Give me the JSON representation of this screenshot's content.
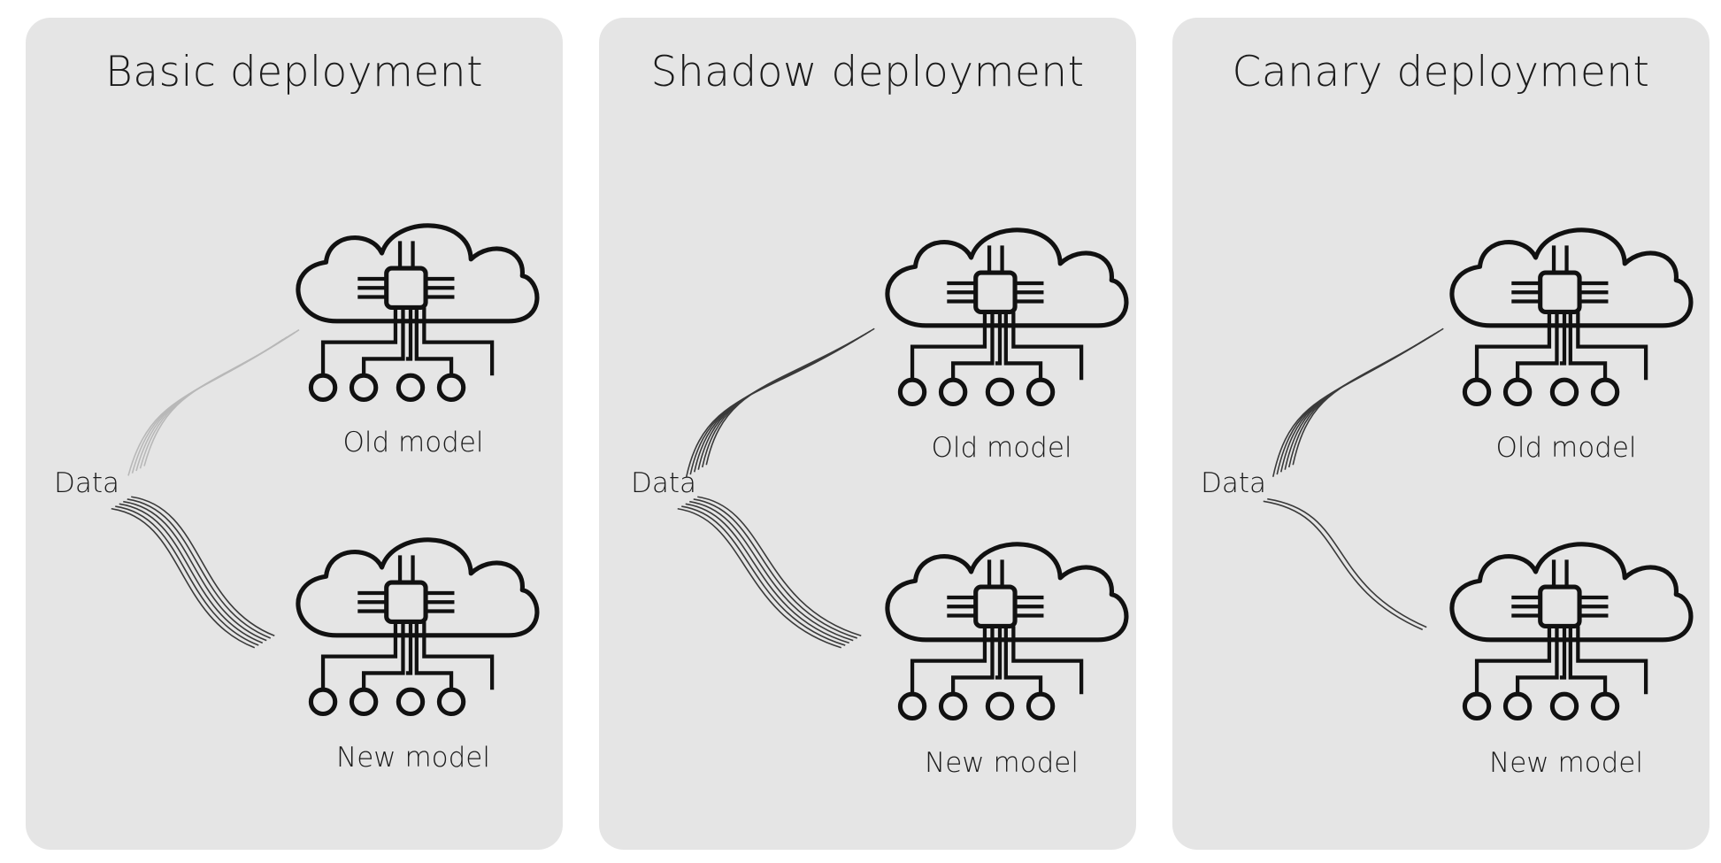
{
  "panels": [
    {
      "title": "Basic deployment",
      "data_label": "Data",
      "old_label": "Old model",
      "new_label": "New model",
      "old_flow": {
        "lines": 5,
        "shade": "#b8b8b8"
      },
      "new_flow": {
        "lines": 6,
        "shade": "#3a3a3a"
      }
    },
    {
      "title": "Shadow deployment",
      "data_label": "Data",
      "old_label": "Old model",
      "new_label": "New model",
      "old_flow": {
        "lines": 6,
        "shade": "#3a3a3a"
      },
      "new_flow": {
        "lines": 6,
        "shade": "#3a3a3a"
      }
    },
    {
      "title": "Canary deployment",
      "data_label": "Data",
      "old_label": "Old model",
      "new_label": "New model",
      "old_flow": {
        "lines": 6,
        "shade": "#3a3a3a"
      },
      "new_flow": {
        "lines": 2,
        "shade": "#3a3a3a"
      }
    }
  ],
  "colors": {
    "panel": "#e5e5e5",
    "ink": "#111111"
  },
  "icons": [
    "cloud-chip-icon"
  ]
}
